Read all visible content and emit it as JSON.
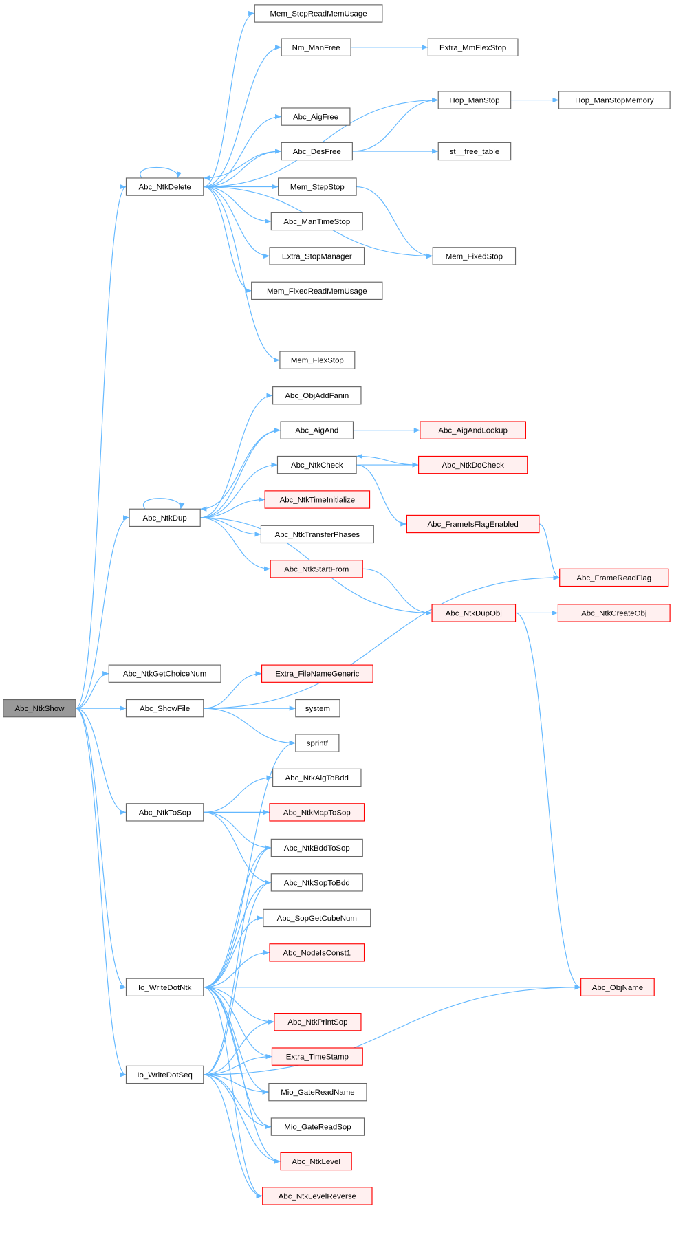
{
  "title": "Abc_NtkShow call graph",
  "colors": {
    "edge": "#63b8ff",
    "node_border": "#666666",
    "node_fill": "#ffffff",
    "root_fill": "#999999",
    "red_border": "#ff0000",
    "red_fill": "#fff0f0"
  },
  "nodes": [
    {
      "id": "show",
      "label": "Abc_NtkShow",
      "kind": "root"
    },
    {
      "id": "del",
      "label": "Abc_NtkDelete",
      "kind": "normal"
    },
    {
      "id": "srmu",
      "label": "Mem_StepReadMemUsage",
      "kind": "normal"
    },
    {
      "id": "nmf",
      "label": "Nm_ManFree",
      "kind": "normal"
    },
    {
      "id": "emfs",
      "label": "Extra_MmFlexStop",
      "kind": "normal"
    },
    {
      "id": "hms",
      "label": "Hop_ManStop",
      "kind": "normal"
    },
    {
      "id": "hmsm",
      "label": "Hop_ManStopMemory",
      "kind": "normal"
    },
    {
      "id": "aigf",
      "label": "Abc_AigFree",
      "kind": "normal"
    },
    {
      "id": "desf",
      "label": "Abc_DesFree",
      "kind": "normal"
    },
    {
      "id": "stft",
      "label": "st__free_table",
      "kind": "normal"
    },
    {
      "id": "mss",
      "label": "Mem_StepStop",
      "kind": "normal"
    },
    {
      "id": "mts",
      "label": "Abc_ManTimeStop",
      "kind": "normal"
    },
    {
      "id": "esm",
      "label": "Extra_StopManager",
      "kind": "normal"
    },
    {
      "id": "frmu",
      "label": "Mem_FixedReadMemUsage",
      "kind": "normal"
    },
    {
      "id": "mfs",
      "label": "Mem_FixedStop",
      "kind": "normal"
    },
    {
      "id": "mfls",
      "label": "Mem_FlexStop",
      "kind": "normal"
    },
    {
      "id": "oaf",
      "label": "Abc_ObjAddFanin",
      "kind": "normal"
    },
    {
      "id": "aiga",
      "label": "Abc_AigAnd",
      "kind": "normal"
    },
    {
      "id": "aigal",
      "label": "Abc_AigAndLookup",
      "kind": "red"
    },
    {
      "id": "chk",
      "label": "Abc_NtkCheck",
      "kind": "normal"
    },
    {
      "id": "dochk",
      "label": "Abc_NtkDoCheck",
      "kind": "red"
    },
    {
      "id": "dup",
      "label": "Abc_NtkDup",
      "kind": "normal"
    },
    {
      "id": "tinit",
      "label": "Abc_NtkTimeInitialize",
      "kind": "red"
    },
    {
      "id": "tph",
      "label": "Abc_NtkTransferPhases",
      "kind": "normal"
    },
    {
      "id": "sfrom",
      "label": "Abc_NtkStartFrom",
      "kind": "red"
    },
    {
      "id": "fife",
      "label": "Abc_FrameIsFlagEnabled",
      "kind": "red"
    },
    {
      "id": "frf",
      "label": "Abc_FrameReadFlag",
      "kind": "red"
    },
    {
      "id": "dupobj",
      "label": "Abc_NtkDupObj",
      "kind": "red"
    },
    {
      "id": "cobj",
      "label": "Abc_NtkCreateObj",
      "kind": "red"
    },
    {
      "id": "gcn",
      "label": "Abc_NtkGetChoiceNum",
      "kind": "normal"
    },
    {
      "id": "showf",
      "label": "Abc_ShowFile",
      "kind": "normal"
    },
    {
      "id": "efng",
      "label": "Extra_FileNameGeneric",
      "kind": "red"
    },
    {
      "id": "sys",
      "label": "system",
      "kind": "normal"
    },
    {
      "id": "spf",
      "label": "sprintf",
      "kind": "normal"
    },
    {
      "id": "a2b",
      "label": "Abc_NtkAigToBdd",
      "kind": "normal"
    },
    {
      "id": "m2s",
      "label": "Abc_NtkMapToSop",
      "kind": "red"
    },
    {
      "id": "tosop",
      "label": "Abc_NtkToSop",
      "kind": "normal"
    },
    {
      "id": "b2s",
      "label": "Abc_NtkBddToSop",
      "kind": "normal"
    },
    {
      "id": "s2b",
      "label": "Abc_NtkSopToBdd",
      "kind": "normal"
    },
    {
      "id": "sgcn",
      "label": "Abc_SopGetCubeNum",
      "kind": "normal"
    },
    {
      "id": "nic1",
      "label": "Abc_NodeIsConst1",
      "kind": "red"
    },
    {
      "id": "wdn",
      "label": "Io_WriteDotNtk",
      "kind": "normal"
    },
    {
      "id": "oname",
      "label": "Abc_ObjName",
      "kind": "red"
    },
    {
      "id": "psop",
      "label": "Abc_NtkPrintSop",
      "kind": "red"
    },
    {
      "id": "ets",
      "label": "Extra_TimeStamp",
      "kind": "red"
    },
    {
      "id": "wds",
      "label": "Io_WriteDotSeq",
      "kind": "normal"
    },
    {
      "id": "grn",
      "label": "Mio_GateReadName",
      "kind": "normal"
    },
    {
      "id": "grs",
      "label": "Mio_GateReadSop",
      "kind": "normal"
    },
    {
      "id": "lvl",
      "label": "Abc_NtkLevel",
      "kind": "red"
    },
    {
      "id": "lvlr",
      "label": "Abc_NtkLevelReverse",
      "kind": "red"
    }
  ],
  "edges": [
    [
      "show",
      "del"
    ],
    [
      "show",
      "dup"
    ],
    [
      "show",
      "gcn"
    ],
    [
      "show",
      "showf"
    ],
    [
      "show",
      "tosop"
    ],
    [
      "show",
      "wdn"
    ],
    [
      "show",
      "wds"
    ],
    [
      "del",
      "del"
    ],
    [
      "del",
      "srmu"
    ],
    [
      "del",
      "nmf"
    ],
    [
      "del",
      "hms"
    ],
    [
      "del",
      "aigf"
    ],
    [
      "del",
      "desf"
    ],
    [
      "del",
      "mss"
    ],
    [
      "del",
      "mts"
    ],
    [
      "del",
      "esm"
    ],
    [
      "del",
      "frmu"
    ],
    [
      "del",
      "mfs"
    ],
    [
      "del",
      "mfls"
    ],
    [
      "desf",
      "del"
    ],
    [
      "desf",
      "hms"
    ],
    [
      "desf",
      "stft"
    ],
    [
      "nmf",
      "emfs"
    ],
    [
      "hms",
      "hmsm"
    ],
    [
      "mss",
      "mfs"
    ],
    [
      "dup",
      "dup"
    ],
    [
      "dup",
      "oaf"
    ],
    [
      "dup",
      "aiga"
    ],
    [
      "dup",
      "chk"
    ],
    [
      "dup",
      "tinit"
    ],
    [
      "dup",
      "tph"
    ],
    [
      "dup",
      "sfrom"
    ],
    [
      "dup",
      "dupobj"
    ],
    [
      "aiga",
      "dup"
    ],
    [
      "aiga",
      "aigal"
    ],
    [
      "chk",
      "dochk"
    ],
    [
      "dochk",
      "chk"
    ],
    [
      "chk",
      "fife"
    ],
    [
      "fife",
      "frf"
    ],
    [
      "sfrom",
      "dupobj"
    ],
    [
      "dupobj",
      "cobj"
    ],
    [
      "dupobj",
      "oname"
    ],
    [
      "showf",
      "frf"
    ],
    [
      "showf",
      "efng"
    ],
    [
      "showf",
      "sys"
    ],
    [
      "showf",
      "spf"
    ],
    [
      "tosop",
      "a2b"
    ],
    [
      "tosop",
      "m2s"
    ],
    [
      "tosop",
      "b2s"
    ],
    [
      "tosop",
      "s2b"
    ],
    [
      "wdn",
      "spf"
    ],
    [
      "wdn",
      "b2s"
    ],
    [
      "wdn",
      "s2b"
    ],
    [
      "wdn",
      "sgcn"
    ],
    [
      "wdn",
      "nic1"
    ],
    [
      "wdn",
      "oname"
    ],
    [
      "wdn",
      "psop"
    ],
    [
      "wdn",
      "ets"
    ],
    [
      "wdn",
      "grn"
    ],
    [
      "wdn",
      "grs"
    ],
    [
      "wdn",
      "lvl"
    ],
    [
      "wdn",
      "lvlr"
    ],
    [
      "wds",
      "b2s"
    ],
    [
      "wds",
      "s2b"
    ],
    [
      "wds",
      "psop"
    ],
    [
      "wds",
      "ets"
    ],
    [
      "wds",
      "grn"
    ],
    [
      "wds",
      "grs"
    ],
    [
      "wds",
      "lvl"
    ],
    [
      "wds",
      "lvlr"
    ],
    [
      "wds",
      "oname"
    ]
  ]
}
